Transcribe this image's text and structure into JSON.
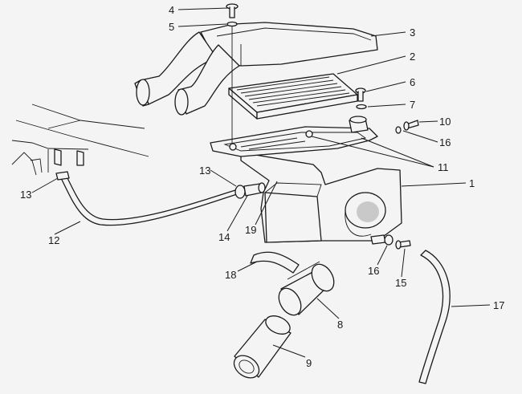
{
  "callouts": [
    {
      "id": "c4",
      "text": "4"
    },
    {
      "id": "c5",
      "text": "5"
    },
    {
      "id": "c3",
      "text": "3"
    },
    {
      "id": "c2",
      "text": "2"
    },
    {
      "id": "c6",
      "text": "6"
    },
    {
      "id": "c7",
      "text": "7"
    },
    {
      "id": "c10",
      "text": "10"
    },
    {
      "id": "c16a",
      "text": "16"
    },
    {
      "id": "c11",
      "text": "11"
    },
    {
      "id": "c13a",
      "text": "13"
    },
    {
      "id": "c13b",
      "text": "13"
    },
    {
      "id": "c1",
      "text": "1"
    },
    {
      "id": "c12",
      "text": "12"
    },
    {
      "id": "c14",
      "text": "14"
    },
    {
      "id": "c19",
      "text": "19"
    },
    {
      "id": "c18",
      "text": "18"
    },
    {
      "id": "c16b",
      "text": "16"
    },
    {
      "id": "c15",
      "text": "15"
    },
    {
      "id": "c17",
      "text": "17"
    },
    {
      "id": "c8",
      "text": "8"
    },
    {
      "id": "c9",
      "text": "9"
    }
  ],
  "colors": {
    "line": "#1a1a1a",
    "background": "#f4f4f4",
    "shade": "#c9c9c9"
  }
}
